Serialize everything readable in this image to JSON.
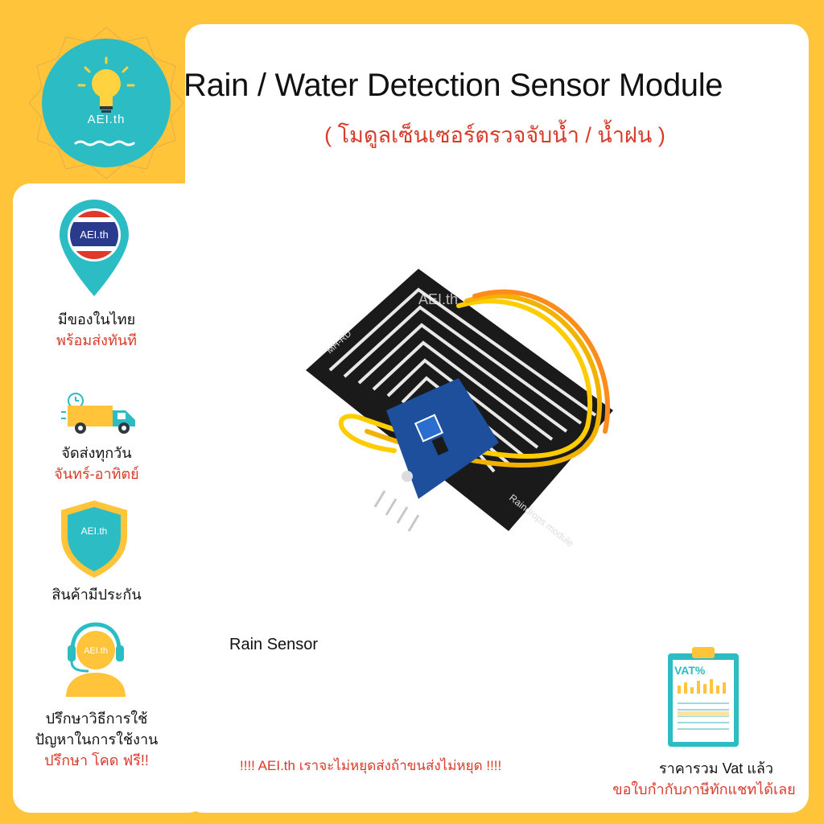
{
  "header": {
    "title": "Rain / Water Detection Sensor Module",
    "subtitle": "( โมดูลเซ็นเซอร์ตรวจจับน้ำ / น้ำฝน )"
  },
  "logo": {
    "text": "AEI.th",
    "icon": "light-bulb-icon"
  },
  "features": [
    {
      "icon": "thailand-map-pin-icon",
      "badge": "AEI.th",
      "line1": "มีของในไทย",
      "line2": "พร้อมส่งทันที"
    },
    {
      "icon": "delivery-truck-icon",
      "line1": "จัดส่งทุกวัน",
      "line2": "จันทร์-อาทิตย์"
    },
    {
      "icon": "shield-icon",
      "badge": "AEI.th",
      "line1": "สินค้ามีประกัน"
    },
    {
      "icon": "headset-support-icon",
      "badge": "AEI.th",
      "line1": "ปรึกษาวิธีการใช้",
      "line2": "ปัญหาในการใช้งาน",
      "line3": "ปรึกษา โคด ฟรี!!"
    }
  ],
  "product": {
    "caption": "Rain Sensor",
    "watermark": "AEI.th",
    "board_label": "MH-RD",
    "module_label": "Raindrops module"
  },
  "footer": {
    "message": "!!!!  AEI.th เราจะไม่หยุดส่งถ้าขนส่งไม่หยุด  !!!!"
  },
  "vat": {
    "icon": "vat-clipboard-icon",
    "badge": "VAT%",
    "line1": "ราคารวม Vat แล้ว",
    "line2": "ขอใบกำกับภาษีทักแชทได้เลย"
  },
  "colors": {
    "background": "#ffc43a",
    "accent": "#2bbcc4",
    "red": "#d93b2b"
  }
}
